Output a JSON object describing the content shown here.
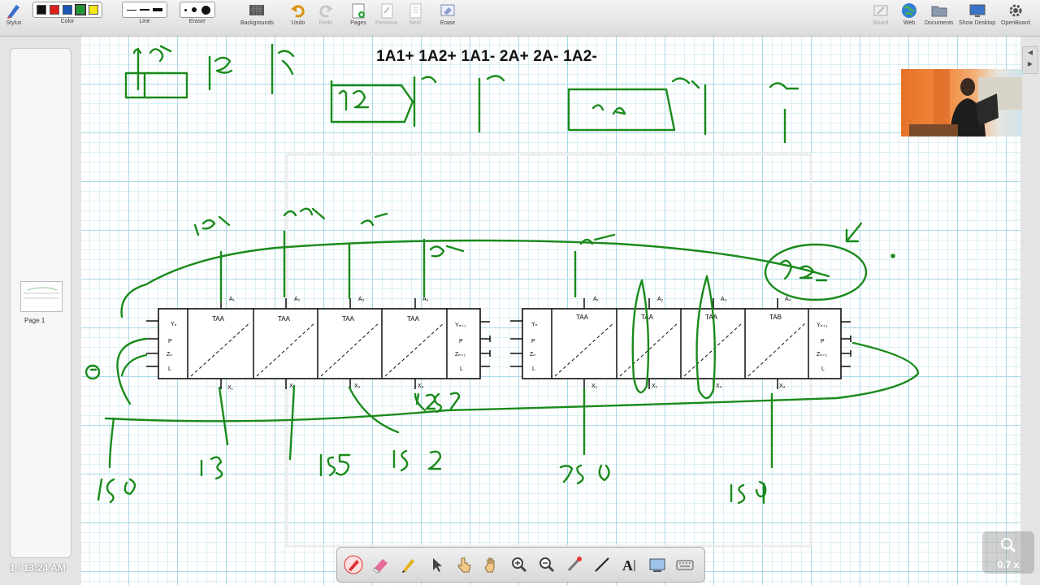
{
  "toolbar": {
    "left_tools": [
      {
        "key": "stylus",
        "label": "Stylus"
      },
      {
        "key": "color",
        "label": "Color"
      },
      {
        "key": "line",
        "label": "Line"
      },
      {
        "key": "eraser",
        "label": "Eraser"
      },
      {
        "key": "backgrounds",
        "label": "Backgrounds"
      },
      {
        "key": "undo",
        "label": "Undo"
      },
      {
        "key": "redo",
        "label": "Redo"
      },
      {
        "key": "pages",
        "label": "Pages"
      },
      {
        "key": "previous",
        "label": "Previous"
      },
      {
        "key": "next",
        "label": "Next"
      },
      {
        "key": "erase",
        "label": "Erase"
      }
    ],
    "right_tools": [
      {
        "key": "board",
        "label": "Board"
      },
      {
        "key": "web",
        "label": "Web"
      },
      {
        "key": "documents",
        "label": "Documents"
      },
      {
        "key": "show_desktop",
        "label": "Show Desktop"
      },
      {
        "key": "openboard",
        "label": "OpenBoard"
      }
    ],
    "colors": [
      "#111111",
      "#e0201b",
      "#1c57b5",
      "#1f9a33",
      "#f5e51b"
    ]
  },
  "side_panel": {
    "page_label": "Page 1",
    "time_text": "1 / 13:24 AM"
  },
  "board": {
    "sequence_title": "1A1+ 1A2+ 1A1- 2A+ 2A- 1A2-",
    "ink_color": "#1b8a1b"
  },
  "diagram": {
    "left_block": {
      "input_cells": [
        "Yₙ",
        "P",
        "Zₙ",
        "L"
      ],
      "output_cells": [
        "Yₙ₊₁",
        "P",
        "Zₙ₊₁",
        "L"
      ],
      "modules": [
        "TAA",
        "TAA",
        "TAA",
        "TAA"
      ],
      "top_labels": [
        "A₁",
        "A₂",
        "A₃",
        "A₄"
      ],
      "bottom_labels": [
        "X₁",
        "X₂",
        "X₃",
        "X₄"
      ]
    },
    "right_block": {
      "input_cells": [
        "Yₙ",
        "P",
        "Zₙ",
        "L"
      ],
      "output_cells": [
        "Yₙ₊₁",
        "P",
        "Zₙ₊₁",
        "L"
      ],
      "modules": [
        "TAA",
        "TAA",
        "TAA",
        "TAB"
      ],
      "top_labels": [
        "A₁",
        "A₂",
        "A₃",
        "A₄"
      ],
      "bottom_labels": [
        "X₁",
        "X₂",
        "X₃",
        "X₄"
      ]
    }
  },
  "dock": {
    "tools": [
      "pen-icon",
      "marker-eraser-icon",
      "highlighter-icon",
      "pointer-icon",
      "hand-pointer-icon",
      "hand-icon",
      "zoom-in-icon",
      "zoom-out-icon",
      "laser-icon",
      "line-icon",
      "text-icon",
      "capture-icon",
      "keyboard-icon"
    ]
  },
  "zoom": {
    "label": "0.7 x"
  }
}
